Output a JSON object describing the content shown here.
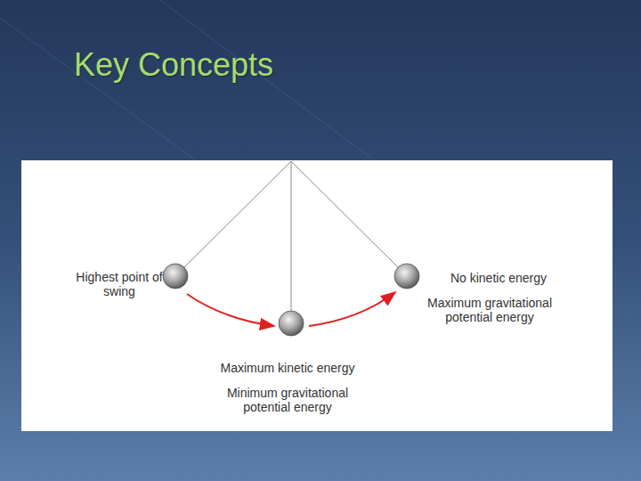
{
  "diagram": {
    "title": "Key Concepts",
    "labels": [
      "Highest point of swing",
      "No kinetic energy",
      "Maximum gravitational potential energy",
      "Maximum kinetic energy",
      "Minimum gravitational potential energy"
    ]
  }
}
